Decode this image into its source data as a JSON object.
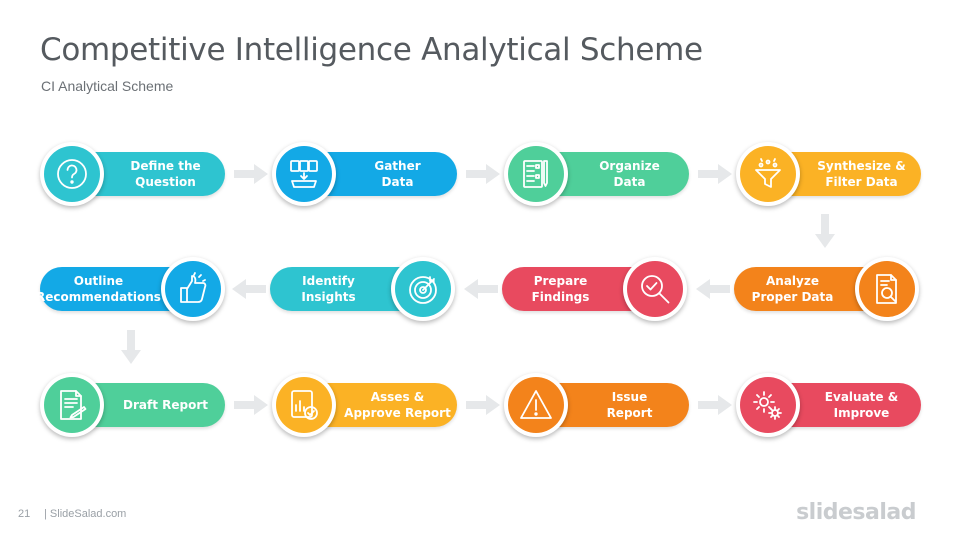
{
  "title": "Competitive Intelligence Analytical Scheme",
  "subtitle": "CI Analytical Scheme",
  "steps": [
    {
      "label": "Define the\nQuestion",
      "color": "#2ec4d0",
      "icon": "question-icon"
    },
    {
      "label": "Gather\nData",
      "color": "#13a9e6",
      "icon": "documents-tray-icon"
    },
    {
      "label": "Organize\nData",
      "color": "#4fcf9a",
      "icon": "data-board-icon"
    },
    {
      "label": "Synthesize &\nFilter Data",
      "color": "#fbb225",
      "icon": "funnel-icon"
    },
    {
      "label": "Analyze\nProper Data",
      "color": "#f3831b",
      "icon": "report-magnifier-icon"
    },
    {
      "label": "Prepare\nFindings",
      "color": "#e84a5f",
      "icon": "magnifier-check-icon"
    },
    {
      "label": "Identify\nInsights",
      "color": "#2ec4d0",
      "icon": "target-icon"
    },
    {
      "label": "Outline\nRecommendations",
      "color": "#13a9e6",
      "icon": "thumbs-up-icon"
    },
    {
      "label": "Draft Report",
      "color": "#4fcf9a",
      "icon": "document-pen-icon"
    },
    {
      "label": "Asses &\nApprove Report",
      "color": "#fbb225",
      "icon": "report-approve-icon"
    },
    {
      "label": "Issue\nReport",
      "color": "#f3831b",
      "icon": "warning-icon"
    },
    {
      "label": "Evaluate &\nImprove",
      "color": "#e84a5f",
      "icon": "gears-icon"
    }
  ],
  "footer": {
    "page_number": "21",
    "site": "| SlideSalad.com",
    "brand": "slidesalad"
  }
}
